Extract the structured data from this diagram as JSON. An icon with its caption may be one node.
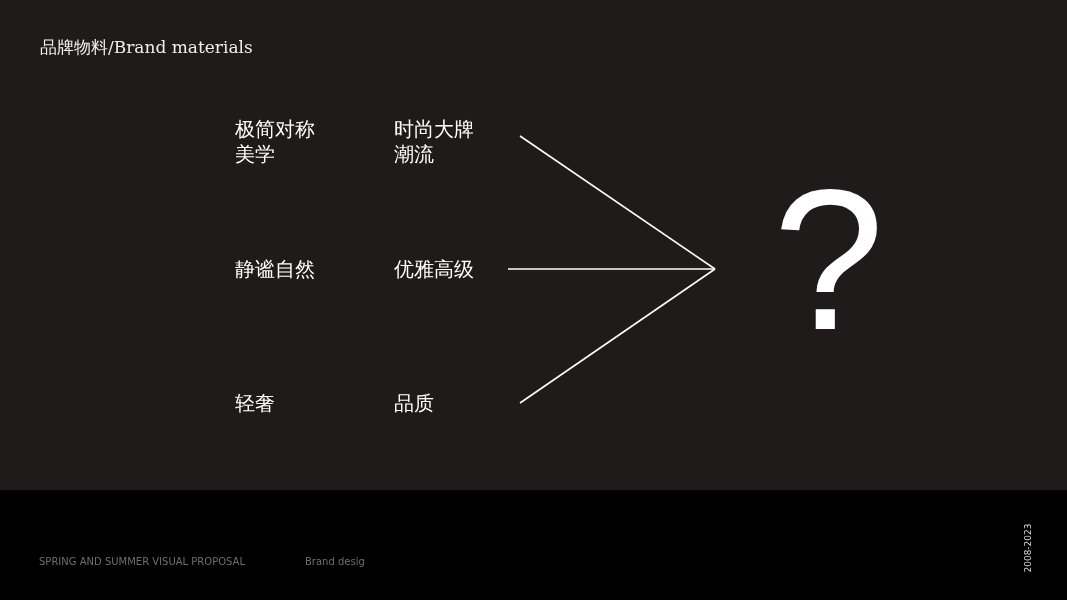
{
  "diagram": {
    "title": "品牌物料/Brand materials",
    "nodes": [
      {
        "text": [
          "极简对称美学"
        ]
      },
      {
        "text": [
          "时尚大牌潮流"
        ]
      },
      {
        "text": [
          "静谧自然"
        ]
      },
      {
        "text": [
          "优雅高级"
        ]
      },
      {
        "text": [
          "轻奢"
        ]
      },
      {
        "text": [
          "品质"
        ]
      },
      {
        "text": [
          "?"
        ]
      }
    ],
    "edges": [
      {
        "from": null,
        "to": 6,
        "arrow": "none"
      },
      {
        "from": null,
        "to": 6,
        "arrow": "none"
      },
      {
        "from": null,
        "to": 6,
        "arrow": "none"
      }
    ],
    "labels": [
      "SPRING AND SUMMER VISUAL PROPOSAL",
      "Brand desig",
      "2008-2023"
    ]
  }
}
